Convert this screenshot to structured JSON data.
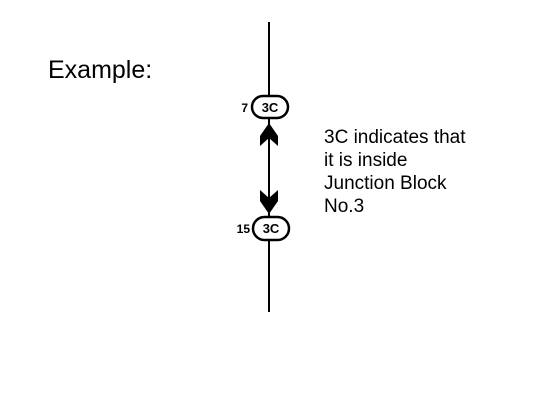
{
  "heading": "Example:",
  "connectors": [
    {
      "pin": "7",
      "code": "3C"
    },
    {
      "pin": "15",
      "code": "3C"
    }
  ],
  "note_lines": [
    "3C indicates that",
    "it is inside",
    "Junction Block",
    "No.3"
  ],
  "colors": {
    "ink": "#000000",
    "background": "#ffffff"
  }
}
